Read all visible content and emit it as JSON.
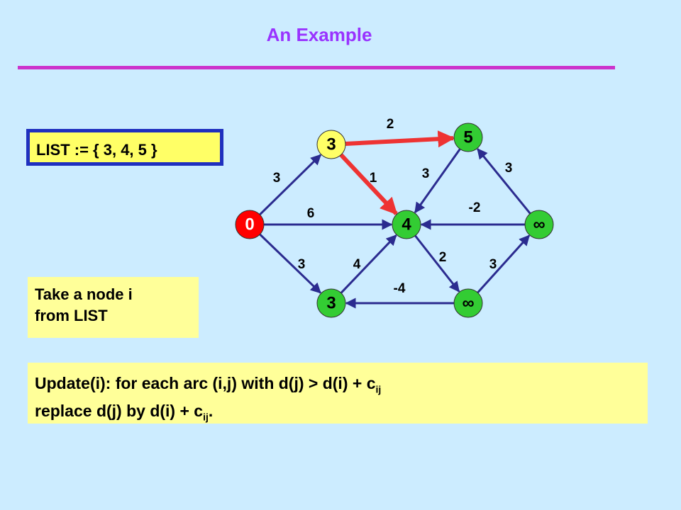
{
  "title": "An Example",
  "list_box": {
    "text": "LIST := { 3, 4, 5 }"
  },
  "take_box": {
    "line1": "Take a node i",
    "line2": "from LIST"
  },
  "update_box": {
    "line1_pre": "Update(i):  for each arc (i,j) with d(j) > d(i) + c",
    "line1_sub": "ij",
    "line2_pre": "replace d(j) by d(i) + c",
    "line2_sub": "ij",
    "line2_post": "."
  },
  "graph": {
    "nodes": [
      {
        "id": "n1",
        "label": "0",
        "fill": "#ff0000",
        "text_color": "#ffffff"
      },
      {
        "id": "n2",
        "label": "3",
        "fill": "#ffff66",
        "text_color": "#000000"
      },
      {
        "id": "n3",
        "label": "4",
        "fill": "#33cc33",
        "text_color": "#000000"
      },
      {
        "id": "n4",
        "label": "3",
        "fill": "#33cc33",
        "text_color": "#000000"
      },
      {
        "id": "n5",
        "label": "5",
        "fill": "#33cc33",
        "text_color": "#000000"
      },
      {
        "id": "n6",
        "label": "∞",
        "fill": "#33cc33",
        "text_color": "#000000"
      },
      {
        "id": "n7",
        "label": "∞",
        "fill": "#33cc33",
        "text_color": "#000000"
      }
    ],
    "edges": [
      {
        "from": "n1",
        "to": "n2",
        "label": "3",
        "color": "#2b2b8f"
      },
      {
        "from": "n1",
        "to": "n3",
        "label": "6",
        "color": "#2b2b8f"
      },
      {
        "from": "n1",
        "to": "n4",
        "label": "3",
        "color": "#2b2b8f"
      },
      {
        "from": "n2",
        "to": "n5",
        "label": "2",
        "color": "#ee3333"
      },
      {
        "from": "n2",
        "to": "n3",
        "label": "1",
        "color": "#ee3333"
      },
      {
        "from": "n5",
        "to": "n3",
        "label": "3",
        "color": "#2b2b8f"
      },
      {
        "from": "n4",
        "to": "n3",
        "label": "4",
        "color": "#2b2b8f"
      },
      {
        "from": "n6",
        "to": "n3",
        "label": "-2",
        "color": "#2b2b8f"
      },
      {
        "from": "n6",
        "to": "n5",
        "label": "3",
        "color": "#2b2b8f"
      },
      {
        "from": "n3",
        "to": "n7",
        "label": "2",
        "color": "#2b2b8f"
      },
      {
        "from": "n7",
        "to": "n6",
        "label": "3",
        "color": "#2b2b8f"
      },
      {
        "from": "n7",
        "to": "n4",
        "label": "-4",
        "color": "#2b2b8f"
      }
    ]
  }
}
